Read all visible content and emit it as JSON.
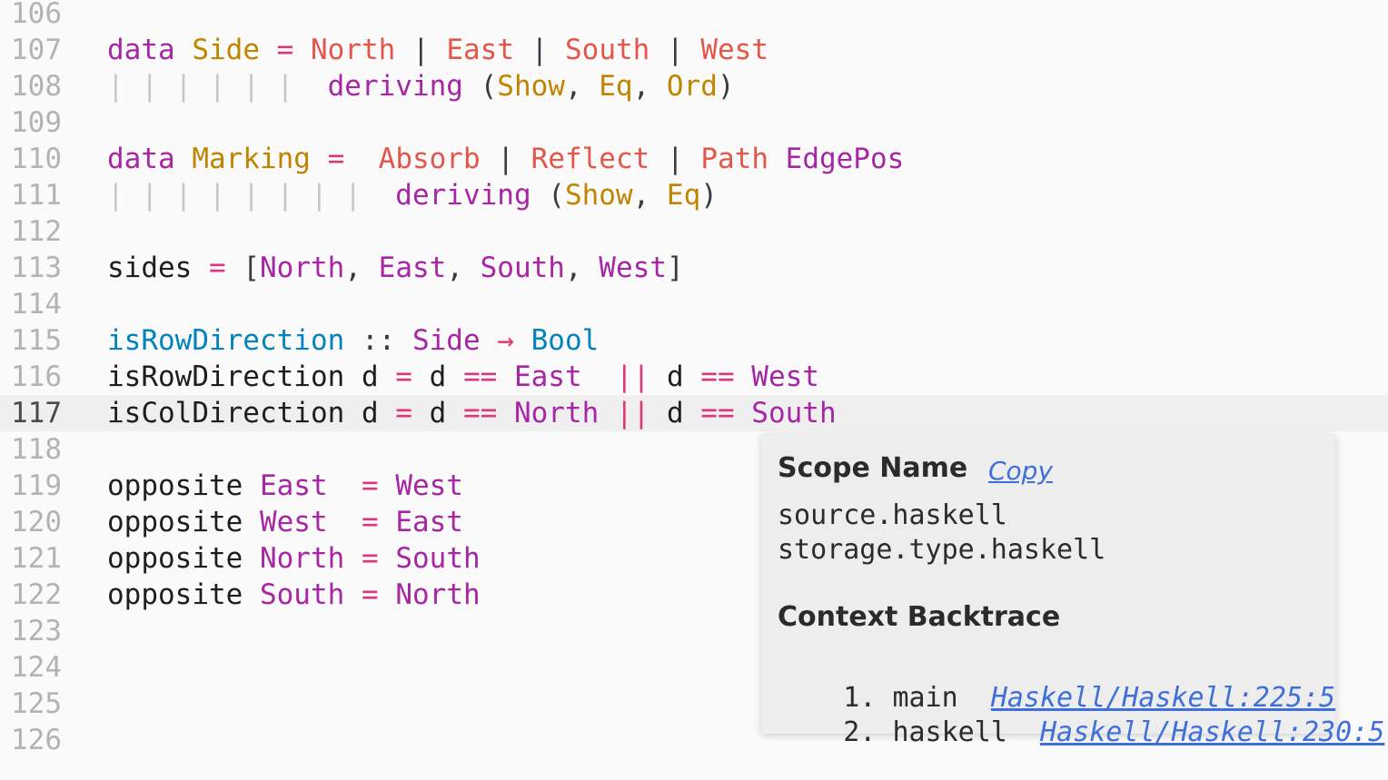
{
  "editor": {
    "lines": [
      {
        "num": "106",
        "tokens": []
      },
      {
        "num": "107",
        "tokens": [
          {
            "t": "data",
            "c": "keyword"
          },
          {
            "t": " ",
            "c": "plain"
          },
          {
            "t": "Side",
            "c": "type"
          },
          {
            "t": " ",
            "c": "plain"
          },
          {
            "t": "=",
            "c": "op"
          },
          {
            "t": " ",
            "c": "plain"
          },
          {
            "t": "North",
            "c": "cons"
          },
          {
            "t": " ",
            "c": "plain"
          },
          {
            "t": "|",
            "c": "punct"
          },
          {
            "t": " ",
            "c": "plain"
          },
          {
            "t": "East",
            "c": "cons"
          },
          {
            "t": " ",
            "c": "plain"
          },
          {
            "t": "|",
            "c": "punct"
          },
          {
            "t": " ",
            "c": "plain"
          },
          {
            "t": "South",
            "c": "cons"
          },
          {
            "t": " ",
            "c": "plain"
          },
          {
            "t": "|",
            "c": "punct"
          },
          {
            "t": " ",
            "c": "plain"
          },
          {
            "t": "West",
            "c": "cons"
          }
        ]
      },
      {
        "num": "108",
        "tokens": [
          {
            "t": "| | | | | |",
            "c": "guide"
          },
          {
            "t": "  ",
            "c": "plain"
          },
          {
            "t": "deriving",
            "c": "keyword"
          },
          {
            "t": " (",
            "c": "punct"
          },
          {
            "t": "Show",
            "c": "type"
          },
          {
            "t": ", ",
            "c": "punct"
          },
          {
            "t": "Eq",
            "c": "type"
          },
          {
            "t": ", ",
            "c": "punct"
          },
          {
            "t": "Ord",
            "c": "type"
          },
          {
            "t": ")",
            "c": "punct"
          }
        ]
      },
      {
        "num": "109",
        "tokens": []
      },
      {
        "num": "110",
        "tokens": [
          {
            "t": "data",
            "c": "keyword"
          },
          {
            "t": " ",
            "c": "plain"
          },
          {
            "t": "Marking",
            "c": "type"
          },
          {
            "t": " ",
            "c": "plain"
          },
          {
            "t": "=",
            "c": "op"
          },
          {
            "t": "  ",
            "c": "plain"
          },
          {
            "t": "Absorb",
            "c": "cons"
          },
          {
            "t": " ",
            "c": "plain"
          },
          {
            "t": "|",
            "c": "punct"
          },
          {
            "t": " ",
            "c": "plain"
          },
          {
            "t": "Reflect",
            "c": "cons"
          },
          {
            "t": " ",
            "c": "plain"
          },
          {
            "t": "|",
            "c": "punct"
          },
          {
            "t": " ",
            "c": "plain"
          },
          {
            "t": "Path",
            "c": "cons"
          },
          {
            "t": " ",
            "c": "plain"
          },
          {
            "t": "EdgePos",
            "c": "ctor"
          }
        ]
      },
      {
        "num": "111",
        "tokens": [
          {
            "t": "| | | | | | | |",
            "c": "guide"
          },
          {
            "t": "  ",
            "c": "plain"
          },
          {
            "t": "deriving",
            "c": "keyword"
          },
          {
            "t": " (",
            "c": "punct"
          },
          {
            "t": "Show",
            "c": "type"
          },
          {
            "t": ", ",
            "c": "punct"
          },
          {
            "t": "Eq",
            "c": "type"
          },
          {
            "t": ")",
            "c": "punct"
          }
        ]
      },
      {
        "num": "112",
        "tokens": []
      },
      {
        "num": "113",
        "tokens": [
          {
            "t": "sides",
            "c": "plain"
          },
          {
            "t": " ",
            "c": "plain"
          },
          {
            "t": "=",
            "c": "op"
          },
          {
            "t": " [",
            "c": "punct"
          },
          {
            "t": "North",
            "c": "ctor"
          },
          {
            "t": ", ",
            "c": "punct"
          },
          {
            "t": "East",
            "c": "ctor"
          },
          {
            "t": ", ",
            "c": "punct"
          },
          {
            "t": "South",
            "c": "ctor"
          },
          {
            "t": ", ",
            "c": "punct"
          },
          {
            "t": "West",
            "c": "ctor"
          },
          {
            "t": "]",
            "c": "punct"
          }
        ]
      },
      {
        "num": "114",
        "tokens": []
      },
      {
        "num": "115",
        "tokens": [
          {
            "t": "isRowDirection",
            "c": "fn"
          },
          {
            "t": " ",
            "c": "plain"
          },
          {
            "t": "::",
            "c": "punct"
          },
          {
            "t": " ",
            "c": "plain"
          },
          {
            "t": "Side",
            "c": "ctor"
          },
          {
            "t": " ",
            "c": "plain"
          },
          {
            "t": "→",
            "c": "op"
          },
          {
            "t": " ",
            "c": "plain"
          },
          {
            "t": "Bool",
            "c": "fn"
          }
        ]
      },
      {
        "num": "116",
        "tokens": [
          {
            "t": "isRowDirection",
            "c": "plain"
          },
          {
            "t": " d ",
            "c": "plain"
          },
          {
            "t": "=",
            "c": "op"
          },
          {
            "t": " d ",
            "c": "plain"
          },
          {
            "t": "==",
            "c": "op"
          },
          {
            "t": " ",
            "c": "plain"
          },
          {
            "t": "East",
            "c": "ctor"
          },
          {
            "t": "  ",
            "c": "plain"
          },
          {
            "t": "||",
            "c": "op"
          },
          {
            "t": " d ",
            "c": "plain"
          },
          {
            "t": "==",
            "c": "op"
          },
          {
            "t": " ",
            "c": "plain"
          },
          {
            "t": "West",
            "c": "ctor"
          }
        ]
      },
      {
        "num": "117",
        "current": true,
        "tokens": [
          {
            "t": "isColDirection",
            "c": "plain"
          },
          {
            "t": " d ",
            "c": "plain"
          },
          {
            "t": "=",
            "c": "op"
          },
          {
            "t": " d ",
            "c": "plain"
          },
          {
            "t": "==",
            "c": "op"
          },
          {
            "t": " ",
            "c": "plain"
          },
          {
            "t": "North",
            "c": "ctor"
          },
          {
            "t": " ",
            "c": "plain"
          },
          {
            "t": "||",
            "c": "op"
          },
          {
            "t": " d ",
            "c": "plain"
          },
          {
            "t": "==",
            "c": "op"
          },
          {
            "t": " ",
            "c": "plain"
          },
          {
            "t": "South",
            "c": "ctor"
          }
        ]
      },
      {
        "num": "118",
        "tokens": []
      },
      {
        "num": "119",
        "tokens": [
          {
            "t": "opposite",
            "c": "plain"
          },
          {
            "t": " ",
            "c": "plain"
          },
          {
            "t": "East",
            "c": "ctor"
          },
          {
            "t": "  ",
            "c": "plain"
          },
          {
            "t": "=",
            "c": "op"
          },
          {
            "t": " ",
            "c": "plain"
          },
          {
            "t": "West",
            "c": "ctor"
          }
        ]
      },
      {
        "num": "120",
        "tokens": [
          {
            "t": "opposite",
            "c": "plain"
          },
          {
            "t": " ",
            "c": "plain"
          },
          {
            "t": "West",
            "c": "ctor"
          },
          {
            "t": "  ",
            "c": "plain"
          },
          {
            "t": "=",
            "c": "op"
          },
          {
            "t": " ",
            "c": "plain"
          },
          {
            "t": "East",
            "c": "ctor"
          }
        ]
      },
      {
        "num": "121",
        "tokens": [
          {
            "t": "opposite",
            "c": "plain"
          },
          {
            "t": " ",
            "c": "plain"
          },
          {
            "t": "North",
            "c": "ctor"
          },
          {
            "t": " ",
            "c": "plain"
          },
          {
            "t": "=",
            "c": "op"
          },
          {
            "t": " ",
            "c": "plain"
          },
          {
            "t": "South",
            "c": "ctor"
          }
        ]
      },
      {
        "num": "122",
        "tokens": [
          {
            "t": "opposite",
            "c": "plain"
          },
          {
            "t": " ",
            "c": "plain"
          },
          {
            "t": "South",
            "c": "ctor"
          },
          {
            "t": " ",
            "c": "plain"
          },
          {
            "t": "=",
            "c": "op"
          },
          {
            "t": " ",
            "c": "plain"
          },
          {
            "t": "North",
            "c": "ctor"
          }
        ]
      },
      {
        "num": "123",
        "tokens": []
      },
      {
        "num": "124",
        "tokens": []
      },
      {
        "num": "125",
        "tokens": []
      },
      {
        "num": "126",
        "tokens": []
      }
    ]
  },
  "popup": {
    "scope_title": "Scope Name",
    "copy_label": "Copy",
    "scopes": [
      "source.haskell",
      "storage.type.haskell"
    ],
    "backtrace_title": "Context Backtrace",
    "backtrace": [
      {
        "index": "1.",
        "context": "main",
        "link": "Haskell/Haskell:225:5"
      },
      {
        "index": "2.",
        "context": "haskell",
        "link": "Haskell/Haskell:230:5"
      }
    ]
  },
  "colors": {
    "background": "#fafafa",
    "current_line": "#efefef",
    "keyword": "#a626a4",
    "type": "#c18401",
    "constructor": "#e45649",
    "function": "#0184bc",
    "operator": "#e0357a",
    "link": "#3f6fd8"
  }
}
